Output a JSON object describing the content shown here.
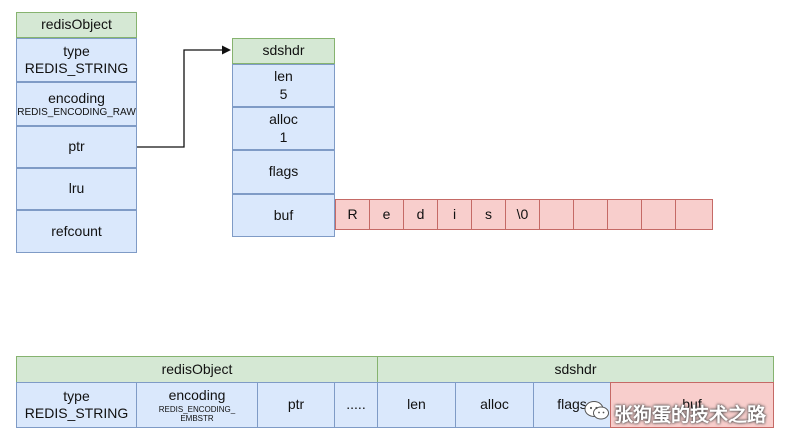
{
  "top_redis_object": {
    "title": "redisObject",
    "type_label": "type",
    "type_value": "REDIS_STRING",
    "encoding_label": "encoding",
    "encoding_value": "REDIS_ENCODING_RAW",
    "ptr": "ptr",
    "lru": "lru",
    "refcount": "refcount"
  },
  "top_sdshdr": {
    "title": "sdshdr",
    "len_label": "len",
    "len_value": "5",
    "alloc_label": "alloc",
    "alloc_value": "1",
    "flags": "flags",
    "buf": "buf"
  },
  "buf_cells": [
    "R",
    "e",
    "d",
    "i",
    "s",
    "\\0",
    "",
    "",
    "",
    "",
    ""
  ],
  "bottom": {
    "redis_object_title": "redisObject",
    "sdshdr_title": "sdshdr",
    "type_label": "type",
    "type_value": "REDIS_STRING",
    "encoding_label": "encoding",
    "encoding_value_line1": "REDIS_ENCODING_",
    "encoding_value_line2": "EMBSTR",
    "ptr": "ptr",
    "ellipsis": ".....",
    "len": "len",
    "alloc": "alloc",
    "flags": "flags",
    "buf": "buf"
  },
  "watermark": {
    "text": "张狗蛋的技术之路",
    "icon": "wechat-icon"
  },
  "colors": {
    "header_green": "#d5e8d4",
    "cell_blue": "#dae8fc",
    "buf_pink": "#f8cecc"
  }
}
